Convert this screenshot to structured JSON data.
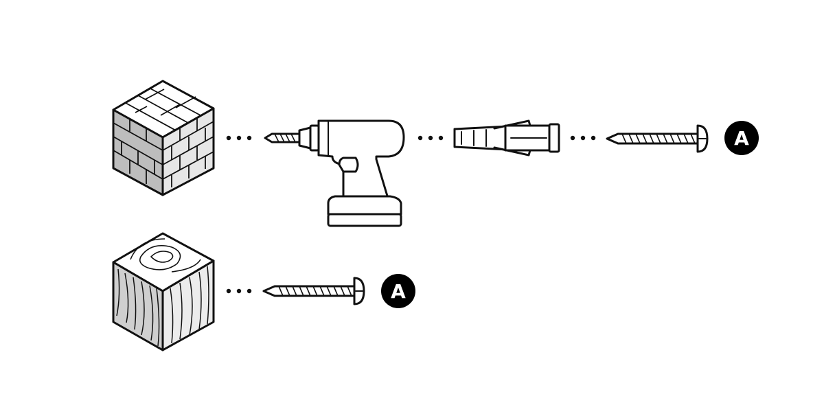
{
  "rows": [
    {
      "material": "brick-wall",
      "steps": [
        "drill",
        "wall-plug",
        "screw"
      ],
      "badge": {
        "label": "A",
        "fill": "#000000",
        "text_color": "#ffffff"
      }
    },
    {
      "material": "wood",
      "steps": [
        "screw"
      ],
      "badge": {
        "label": "A",
        "fill": "#000000",
        "text_color": "#ffffff"
      }
    }
  ],
  "colors": {
    "line": "#111111",
    "background": "#ffffff",
    "brick_shade": "#d9d9d9",
    "brick_shade_dark": "#bcbcbc",
    "wood_shade": "#e2e2e2"
  }
}
